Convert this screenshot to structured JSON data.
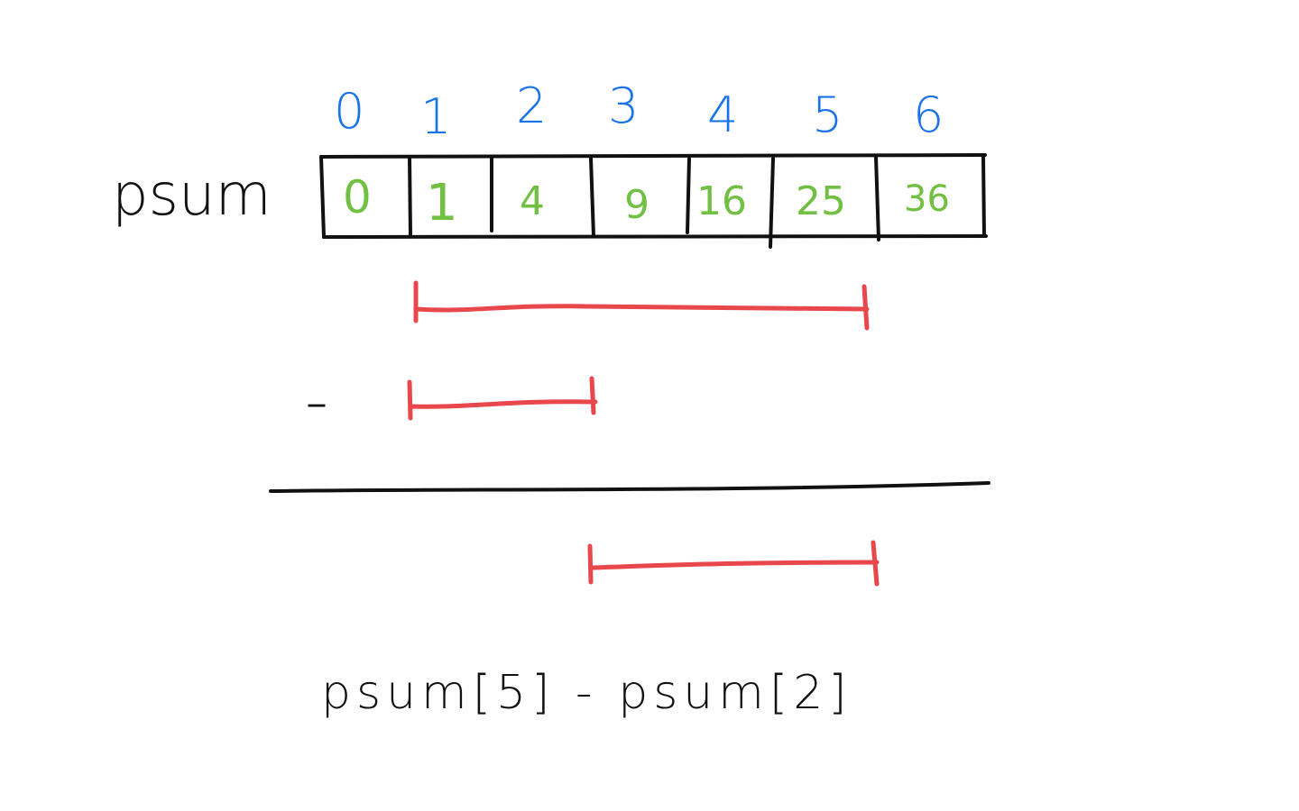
{
  "colors": {
    "index": "#1a73e8",
    "value": "#72c043",
    "ink": "#111111",
    "range": "#e8474c"
  },
  "array_label": "psum",
  "indices": [
    "0",
    "1",
    "2",
    "3",
    "4",
    "5",
    "6"
  ],
  "values": [
    "0",
    "1",
    "4",
    "9",
    "16",
    "25",
    "36"
  ],
  "minus_sign": "-",
  "formula": "psum[5] - psum[2]"
}
